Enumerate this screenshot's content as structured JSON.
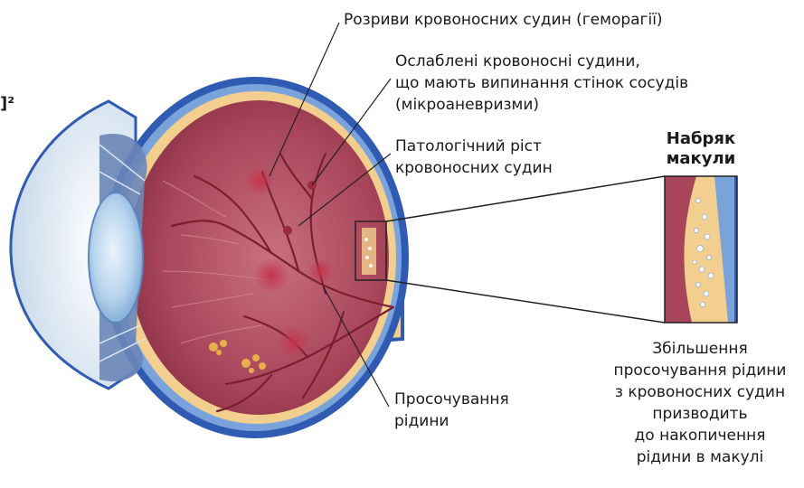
{
  "corner_mark": "]²",
  "labels": {
    "hemorrhage": "Розриви кровоносних судин (геморагії)",
    "microaneurysm": [
      "Ослаблені кровоносні судини,",
      "що мають випинання стінок сосудів",
      "(мікроаневризми)"
    ],
    "neovascularization": [
      "Патологічний ріст",
      "кровоносних судин"
    ],
    "fluid_leak": [
      "Просочування",
      "рідини"
    ]
  },
  "inset": {
    "title": [
      "Набряк",
      "макули"
    ],
    "caption": [
      "Збільшення",
      "просочування рідини",
      "з кровоносних судин",
      "призводить",
      "до накопичення",
      "рідини в макулі"
    ]
  },
  "colors": {
    "retina": "#a8455a",
    "sclera": "#2f5bb3",
    "choroid_layer": "#f2cf8f",
    "lens": "#9cc3e6",
    "hemorrhage": "#c4354c"
  }
}
